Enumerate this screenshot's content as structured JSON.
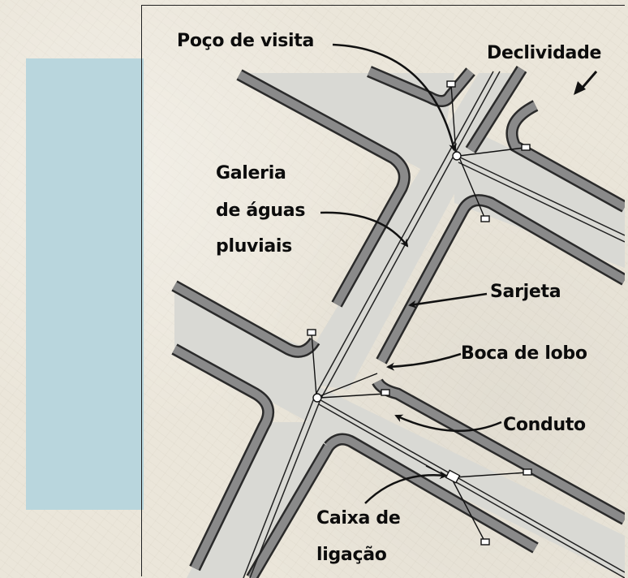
{
  "labels": {
    "poco_de_visita": "Poço de visita",
    "declividade": "Declividade",
    "galeria_line1": "Galeria",
    "galeria_line2": "de águas",
    "galeria_line3": "pluviais",
    "sarjeta": "Sarjeta",
    "boca_de_lobo": "Boca de lobo",
    "conduto": "Conduto",
    "caixa_line1": "Caixa de",
    "caixa_line2": "ligação"
  },
  "colors": {
    "street": "#d9d9d4",
    "curb": "#8a8a8a",
    "curb_edge": "#2a2a2a",
    "blue_panel": "#b9d6dd"
  }
}
